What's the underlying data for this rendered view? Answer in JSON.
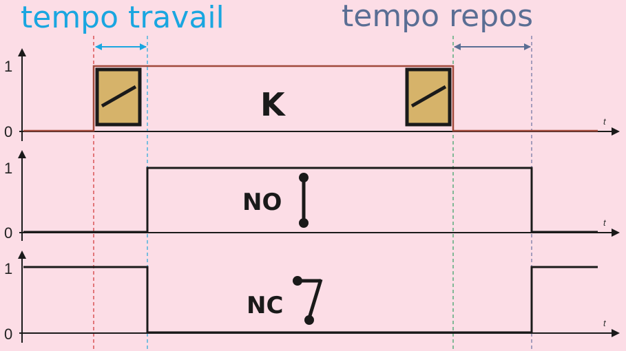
{
  "titles": {
    "work": "tempo travail",
    "rest": "tempo repos"
  },
  "colors": {
    "background": "#fcdde6",
    "work_title": "#1aa6e0",
    "rest_title": "#5a6e94",
    "coil_signal": "#a0483a",
    "contact_signal": "#1a1a1a",
    "work_arrow": "#1aa6e0",
    "rest_arrow": "#5a6e94",
    "marker_red": "#d03030",
    "marker_cyan": "#20a8d8",
    "marker_green": "#30a060",
    "marker_slate": "#6a70a0",
    "coil_fill": "#d6b36a",
    "coil_border": "#1a1a1a"
  },
  "traces": [
    {
      "id": "coil",
      "high_label": "1",
      "low_label": "0",
      "axis_label": "t",
      "name": "K"
    },
    {
      "id": "no",
      "high_label": "1",
      "low_label": "0",
      "axis_label": "t",
      "name": "NO"
    },
    {
      "id": "nc",
      "high_label": "1",
      "low_label": "0",
      "axis_label": "t",
      "name": "NC"
    }
  ],
  "icons": {
    "coil": "coil-symbol-icon",
    "no_contact": "normally-open-contact-icon",
    "nc_contact": "normally-closed-contact-icon"
  }
}
